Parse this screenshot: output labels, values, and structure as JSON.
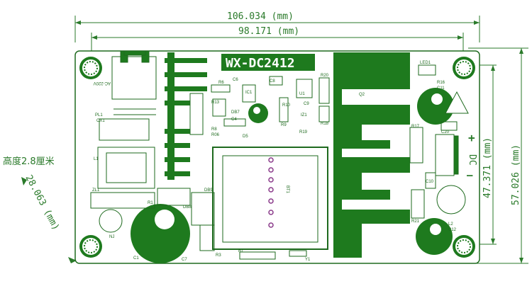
{
  "dimensions": {
    "top_width": "106.034 (mm)",
    "inner_width": "98.171 (mm)",
    "right_height": "57.026 (mm)",
    "inner_height": "47.371 (mm)",
    "diagonal": "28.063 (mm)",
    "thickness": "高度2.8厘米"
  },
  "board": {
    "title": "WX-DC2412",
    "ac_label": "AC-220V",
    "dc_label": "DC",
    "plus": "+",
    "minus": "—"
  },
  "components": {
    "R6": "R6",
    "C6": "C6",
    "IC1": "IC1",
    "C8": "C8",
    "U1": "U1",
    "R20": "R20",
    "Q2": "Q2",
    "LED1": "LED1",
    "R16": "R16",
    "C11": "C11",
    "R13": "R13",
    "DB7": "DB7",
    "C4": "C4",
    "R10": "R10",
    "C9": "C9",
    "IZ1": "IZ1",
    "R18": "R18",
    "R8": "R8",
    "R06": "R06",
    "D5": "D5",
    "R9": "R9",
    "R19": "R19",
    "R17": "R17",
    "C20": "C20",
    "PL1": "PL1",
    "CX1": "CX1",
    "L1": "L1",
    "ZL1": "ZL1",
    "R1": "R1",
    "DB8": "DB8",
    "DB9": "DB9",
    "BT1": "BT1",
    "C10": "C10",
    "R21": "R21",
    "L2": "L2",
    "C12": "C12",
    "NJ": "NJ",
    "C1": "C1",
    "C7": "C7",
    "R3": "R3",
    "B1": "B1",
    "Y1": "Y1"
  }
}
